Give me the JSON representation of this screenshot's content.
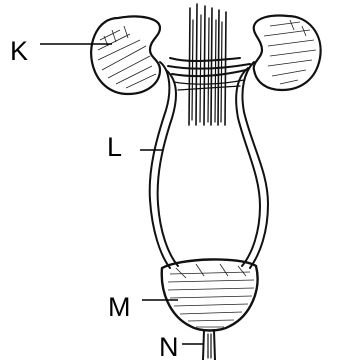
{
  "labels": {
    "k": "K",
    "l": "L",
    "m": "M",
    "n": "N"
  }
}
